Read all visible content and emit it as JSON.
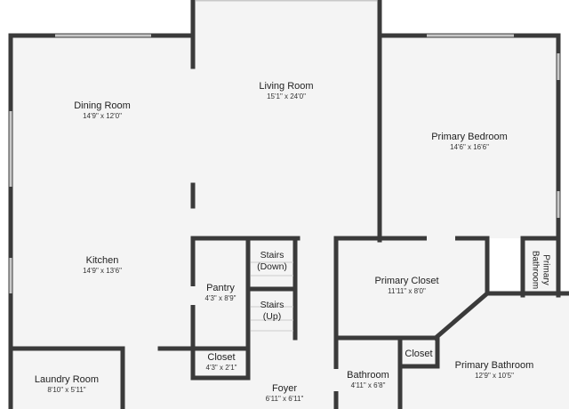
{
  "rooms": {
    "dining_room": {
      "name": "Dining Room",
      "dims": "14'9\" x 12'0\""
    },
    "living_room": {
      "name": "Living Room",
      "dims": "15'1\" x 24'0\""
    },
    "primary_bedroom": {
      "name": "Primary Bedroom",
      "dims": "14'6\" x 16'6\""
    },
    "kitchen": {
      "name": "Kitchen",
      "dims": "14'9\" x 13'6\""
    },
    "pantry": {
      "name": "Pantry",
      "dims": "4'3\" x 8'9\""
    },
    "stairs_down": {
      "line1": "Stairs",
      "line2": "(Down)"
    },
    "stairs_up": {
      "line1": "Stairs",
      "line2": "(Up)"
    },
    "primary_closet": {
      "name": "Primary Closet",
      "dims": "11'11\" x 8'0\""
    },
    "primary_bathroom_small": {
      "line1": "Primary",
      "line2": "Bathroom"
    },
    "closet_hall": {
      "name": "Closet",
      "dims": "4'3\" x 2'1\""
    },
    "laundry_room": {
      "name": "Laundry Room",
      "dims": "8'10\" x 5'11\""
    },
    "foyer": {
      "name": "Foyer",
      "dims": "6'11\" x 6'11\""
    },
    "bathroom": {
      "name": "Bathroom",
      "dims": "4'11\" x 6'8\""
    },
    "closet_bath": {
      "name": "Closet"
    },
    "primary_bathroom": {
      "name": "Primary Bathroom",
      "dims": "12'9\" x 10'5\""
    }
  },
  "colors": {
    "wall": "#3a3a3a",
    "floor": "#f4f4f4",
    "window": "#c8c8c8"
  }
}
